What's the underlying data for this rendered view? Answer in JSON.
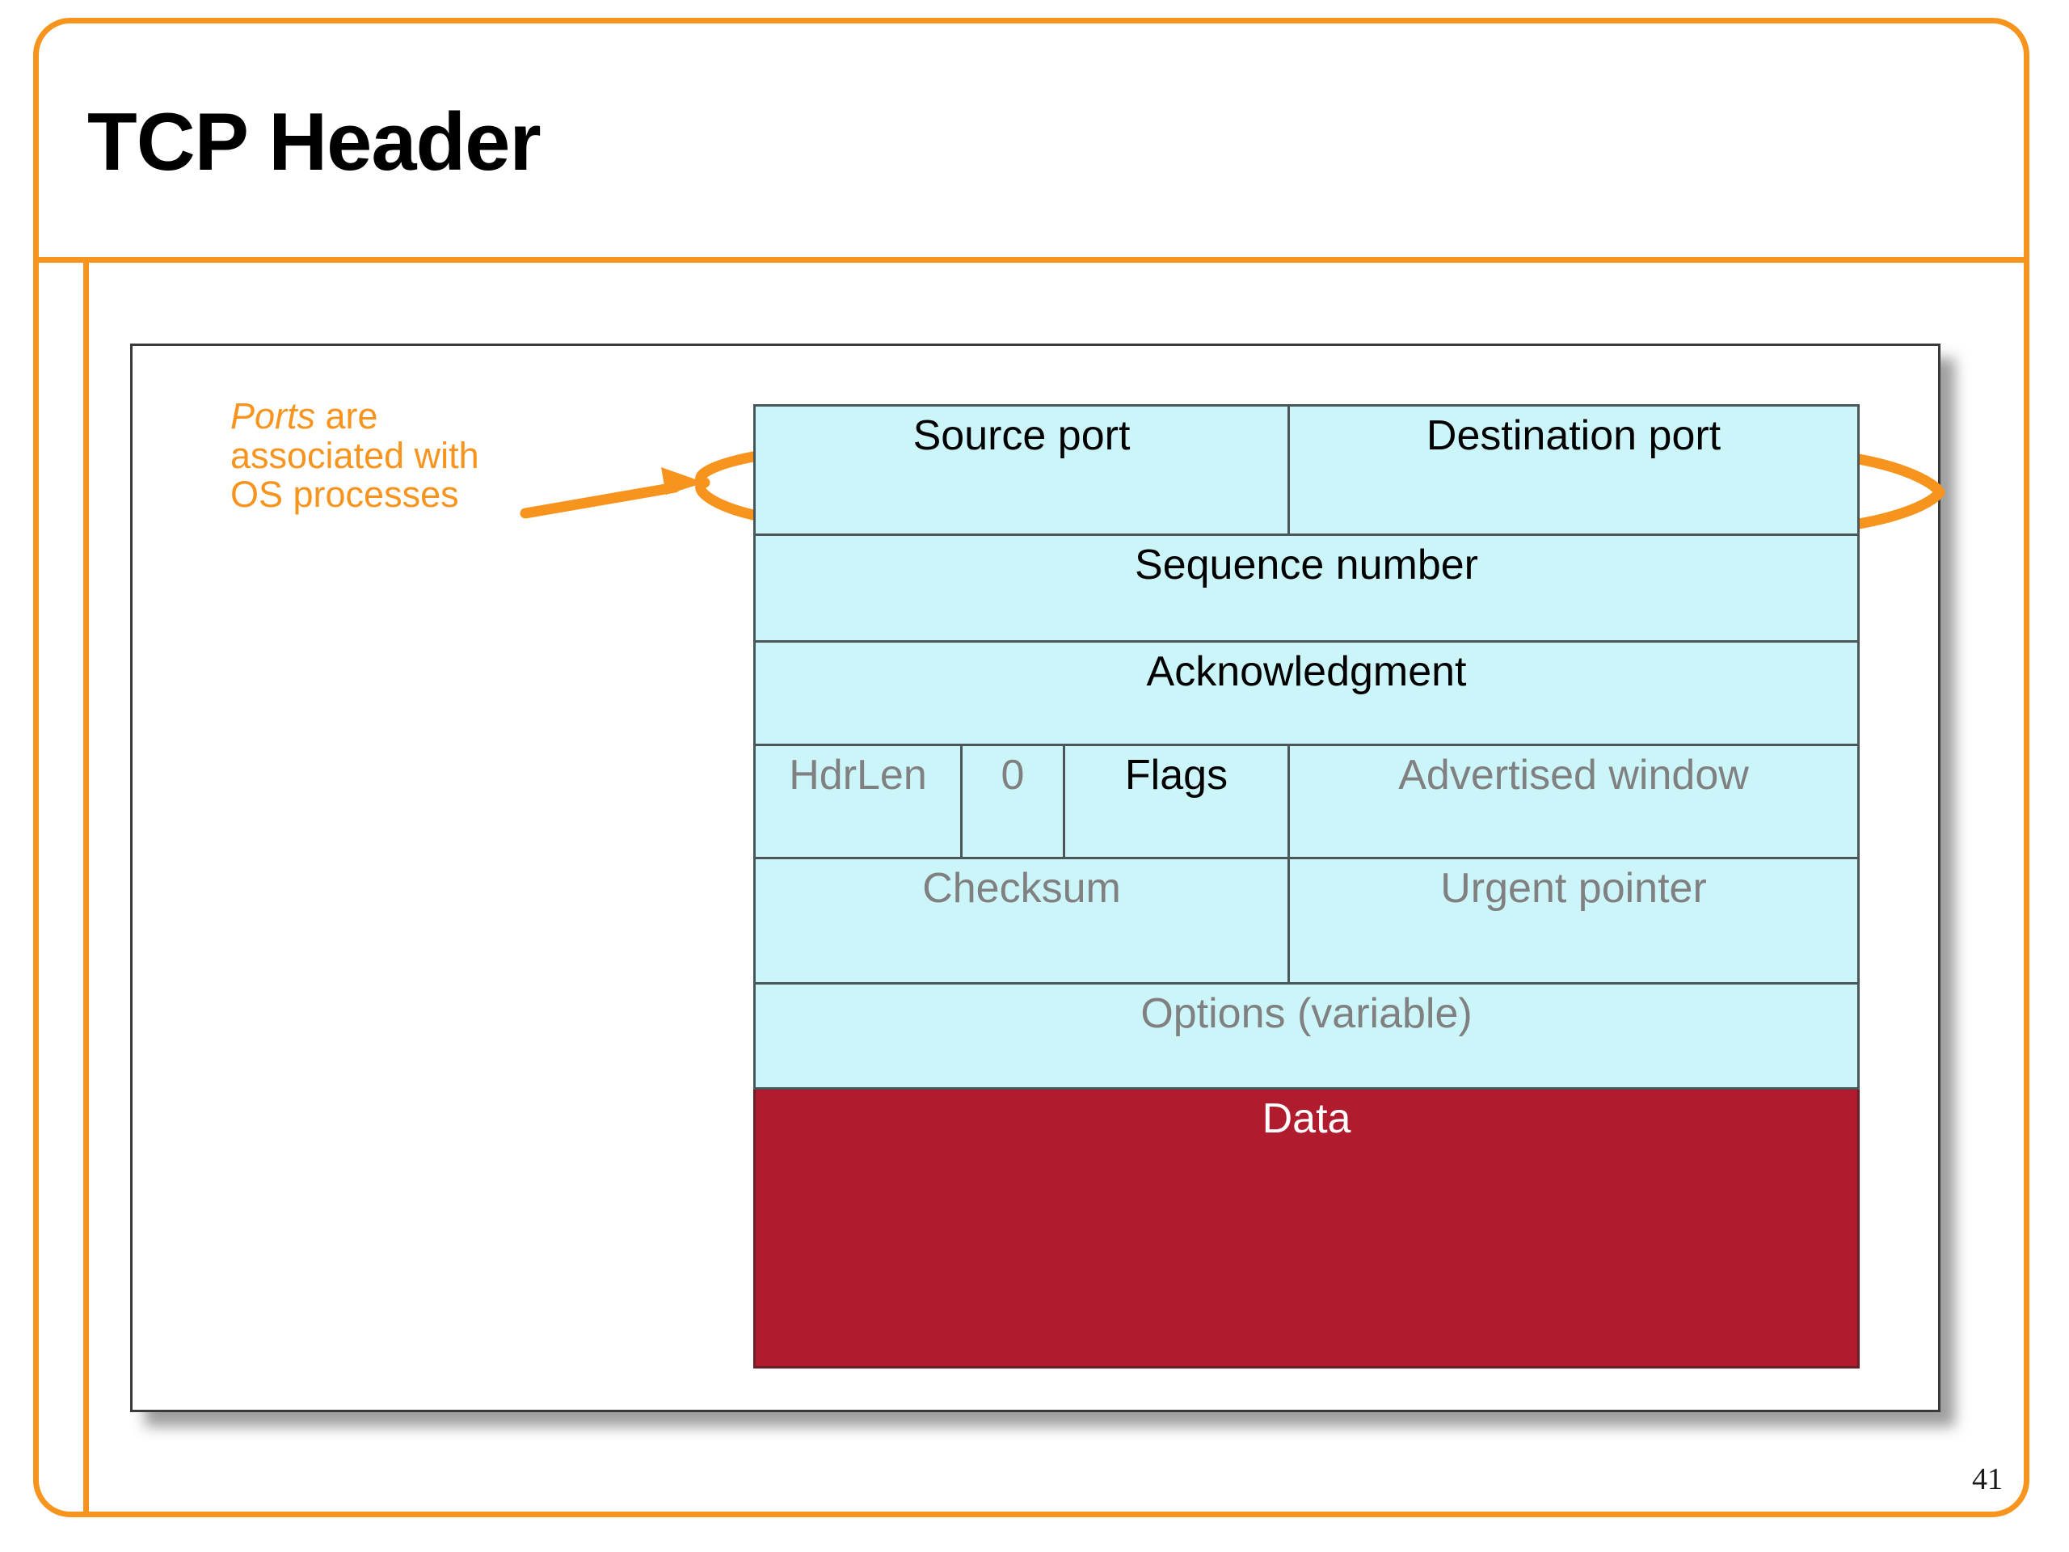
{
  "slide": {
    "title": "TCP Header",
    "number": "41",
    "accent_color": "#F7941E",
    "header_cell_color": "#CCF5F9",
    "data_cell_color": "#B01C2E",
    "dim_text_color": "#808080",
    "grid_line_color": "#4a5658"
  },
  "callout": {
    "emphasis": "Ports",
    "rest": " are associated with OS processes",
    "full_text": "Ports are associated with OS processes",
    "color": "#F7941E"
  },
  "tcp_header": {
    "rows": [
      {
        "name": "ports-row",
        "cells": [
          {
            "label": "Source port",
            "dim": false,
            "colspan": 3
          },
          {
            "label": "Destination port",
            "dim": false,
            "colspan": 3
          }
        ]
      },
      {
        "name": "sequence-row",
        "cells": [
          {
            "label": "Sequence number",
            "dim": false,
            "colspan": 6
          }
        ]
      },
      {
        "name": "acknowledgment-row",
        "cells": [
          {
            "label": "Acknowledgment",
            "dim": false,
            "colspan": 6
          }
        ]
      },
      {
        "name": "flags-row",
        "cells": [
          {
            "label": "HdrLen",
            "dim": true,
            "colspan": 1
          },
          {
            "label": "0",
            "dim": true,
            "colspan": 1
          },
          {
            "label": "Flags",
            "dim": false,
            "colspan": 1
          },
          {
            "label": "Advertised window",
            "dim": true,
            "colspan": 3
          }
        ]
      },
      {
        "name": "checksum-row",
        "cells": [
          {
            "label": "Checksum",
            "dim": true,
            "colspan": 3
          },
          {
            "label": "Urgent pointer",
            "dim": true,
            "colspan": 3
          }
        ]
      },
      {
        "name": "options-row",
        "cells": [
          {
            "label": "Options (variable)",
            "dim": true,
            "colspan": 6
          }
        ]
      },
      {
        "name": "data-row",
        "cells": [
          {
            "label": "Data",
            "dim": false,
            "colspan": 6,
            "payload": true
          }
        ]
      }
    ]
  }
}
